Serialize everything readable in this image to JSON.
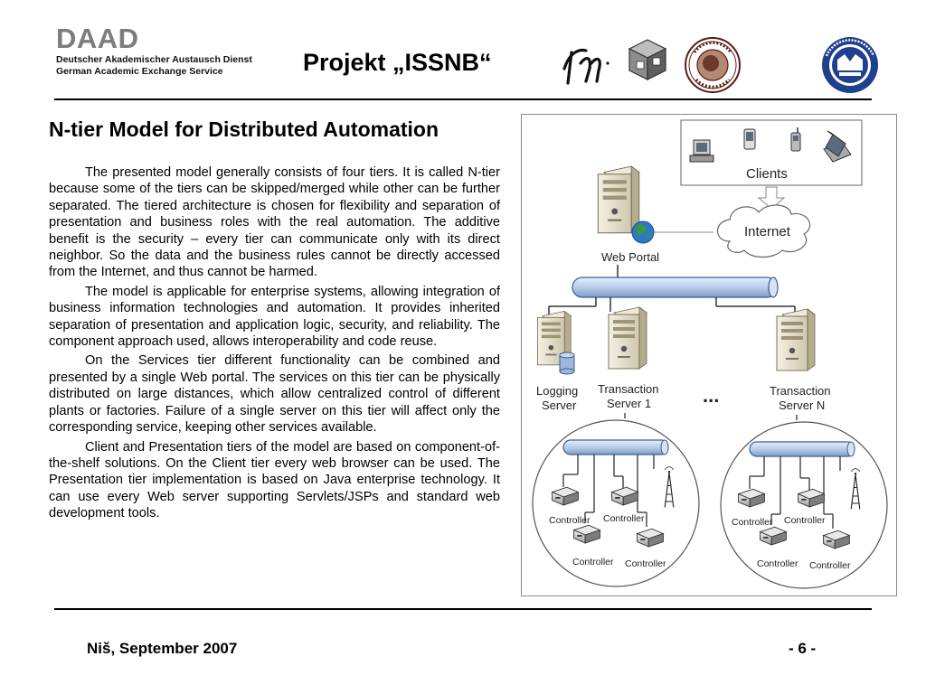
{
  "header": {
    "logo_text": "DAAD",
    "org_line1": "Deutscher Akademischer Austausch Dienst",
    "org_line2": "German Academic Exchange Service",
    "project_title": "Projekt „ISSNB“",
    "partner_logos": [
      "tu-logo",
      "cube-logo",
      "university-seal-nis",
      "university-seal-banja-luka"
    ]
  },
  "slide": {
    "title": "N-tier Model for Distributed Automation",
    "paragraphs": [
      "The presented model generally consists of four tiers. It is called N-tier because some of the tiers can be skipped/merged while other can be further separated. The tiered architecture is chosen for flexibility and separation of presentation and business roles with the real automation. The additive benefit is the security – every tier can communicate only with its direct neighbor. So the data and the business rules cannot be directly accessed from the Internet, and thus cannot be harmed.",
      "The model is applicable for enterprise systems, allowing integration of business information technologies and automation. It provides inherited separation of presentation and application logic, security, and reliability. The component approach used, allows interoperability and code reuse.",
      "On the Services tier different functionality can be combined and presented by a single Web portal. The services on this tier can be physically distributed on large distances, which allow centralized control of different plants or factories. Failure of a single server on this tier will affect only the corresponding service, keeping other services available.",
      "Client and Presentation tiers of the model are based on component-of-the-shelf solutions. On the Client tier every web browser can be used.  The Presentation tier implementation is based on Java enterprise technology. It can use every Web server supporting Servlets/JSPs and standard web development tools."
    ]
  },
  "diagram": {
    "clients": "Clients",
    "internet": "Internet",
    "web_portal": "Web Portal",
    "logging_server_1": "Logging",
    "logging_server_2": "Server",
    "transaction_1_a": "Transaction",
    "transaction_1_b": "Server 1",
    "ellipsis": "...",
    "transaction_n_a": "Transaction",
    "transaction_n_b": "Server N",
    "controller": "Controller",
    "colors": {
      "bus": "#b7cdea",
      "bus_stroke": "#3d5f94",
      "frame": "#8a8a8a",
      "server": "#e8e2d0"
    }
  },
  "footer": {
    "place_date": "Niš, September 2007",
    "page": "- 6 -"
  }
}
